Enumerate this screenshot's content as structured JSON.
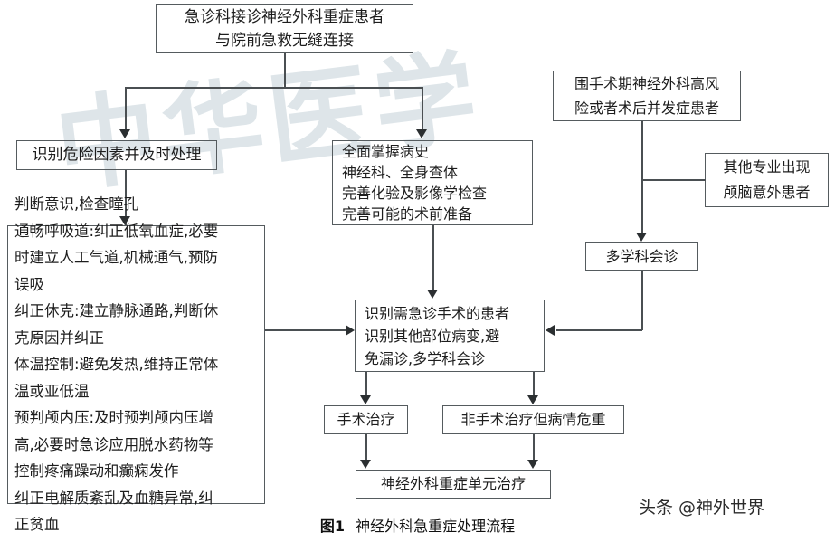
{
  "figure": {
    "caption_number": "图1",
    "caption_title": "神经外科急重症处理流程"
  },
  "watermark": {
    "background_text": "中华医学",
    "brand_text": "头条 @神外世界"
  },
  "nodes": {
    "top_intake": {
      "line1": "急诊科接诊神经外科重症患者",
      "line2": "与院前急救无缝连接"
    },
    "perioperative": {
      "line1": "围手术期神经外科高风",
      "line2": "险或者术后并发症患者"
    },
    "risk_factors": {
      "line1": "识别危险因素并及时处理"
    },
    "history": {
      "line1": "全面掌握病史",
      "line2": "神经科、全身查体",
      "line3": "完善化验及影像学检查",
      "line4": "完善可能的术前准备"
    },
    "other_specialty": {
      "line1": "其他专业出现",
      "line2": "颅脑意外患者"
    },
    "mdt": {
      "line1": "多学科会诊"
    },
    "assessment": {
      "line1": "判断意识,检查瞳孔",
      "line2": "通畅呼吸道:纠正低氧血症,必要",
      "line3": "时建立人工气道,机械通气,预防",
      "line4": "误吸",
      "line5": "纠正休克:建立静脉通路,判断休",
      "line6": "克原因并纠正",
      "line7": "体温控制:避免发热,维持正常体",
      "line8": "温或亚低温",
      "line9": "预判颅内压:及时预判颅内压增",
      "line10": "高,必要时急诊应用脱水药物等",
      "line11": "控制疼痛躁动和癫痫发作",
      "line12": "纠正电解质紊乱及血糖异常,纠",
      "line13": "正贫血"
    },
    "identify_surgery": {
      "line1": "识别需急诊手术的患者",
      "line2": "识别其他部位病变,避",
      "line3": "免漏诊,多学科会诊"
    },
    "surgical_treatment": {
      "line1": "手术治疗"
    },
    "nonsurgical_treatment": {
      "line1": "非手术治疗但病情危重"
    },
    "nicu": {
      "line1": "神经外科重症单元治疗"
    }
  },
  "colors": {
    "box_border": "#555b5e",
    "connector": "#4a4f52",
    "arrow": "#2b2f31",
    "watermark": "#d3dde2",
    "text": "#1d1d1d"
  }
}
